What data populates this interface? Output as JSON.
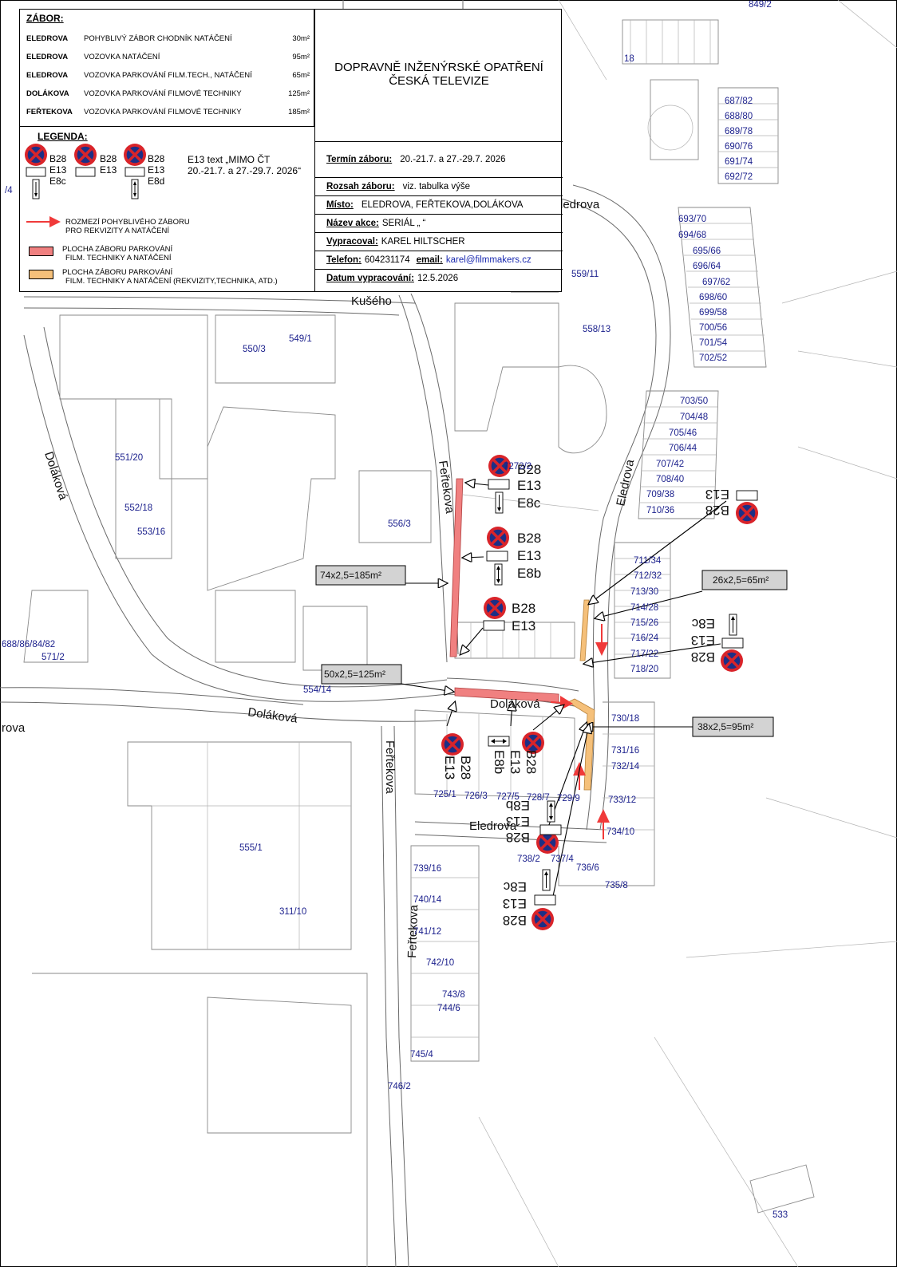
{
  "occupation": {
    "title": "ZÁBOR:",
    "rows": [
      {
        "street": "ELEDROVA",
        "desc": "POHYBLIVÝ ZÁBOR CHODNÍK   NATÁČENÍ",
        "area": "30m²"
      },
      {
        "street": "ELEDROVA",
        "desc": "VOZOVKA NATÁČENÍ",
        "area": "95m²"
      },
      {
        "street": "ELEDROVA",
        "desc": "VOZOVKA PARKOVÁNÍ FILM.TECH., NATÁČENÍ",
        "area": "65m²"
      },
      {
        "street": "DOLÁKOVA",
        "desc": "VOZOVKA PARKOVÁNÍ FILMOVÉ TECHNIKY",
        "area": "125m²"
      },
      {
        "street": "FEŘTEKOVA",
        "desc": "VOZOVKA PARKOVÁNÍ FILMOVÉ TECHNIKY",
        "area": "185m²"
      }
    ]
  },
  "legend": {
    "title": "LEGENDA:",
    "sign_sets": [
      {
        "b": "B28",
        "e": "E13",
        "x": "E8c"
      },
      {
        "b": "B28",
        "e": "E13",
        "x": ""
      },
      {
        "b": "B28",
        "e": "E13",
        "x": "E8d"
      }
    ],
    "e13_note_1": "E13 text „MIMO ČT",
    "e13_note_2": "20.-21.7. a 27.-29.7. 2026“",
    "arrow_text_1": "ROZMEZÍ POHYBLIVÉHO ZÁBORU",
    "arrow_text_2": "PRO REKVIZITY A NATÁČENÍ",
    "red_text_1": "PLOCHA ZÁBORU PARKOVÁNÍ",
    "red_text_2": "FILM. TECHNIKY A NATÁČENÍ",
    "orange_text_1": "PLOCHA ZÁBORU PARKOVÁNÍ",
    "orange_text_2": "FILM. TECHNIKY A NATÁČENÍ (REKVIZITY,TECHNIKA, ATD.)"
  },
  "header": {
    "title_1": "DOPRAVNĚ INŽENÝRSKÉ OPATŘENÍ",
    "title_2": "ČESKÁ TELEVIZE"
  },
  "fields": {
    "termin_label": "Termín záboru:",
    "termin": "20.-21.7. a 27.-29.7. 2026",
    "rozsah_label": "Rozsah záboru:",
    "rozsah": "viz. tabulka výše",
    "misto_label": "Místo:",
    "misto": "ELEDROVA, FEŘTEKOVA,DOLÁKOVA",
    "nazev_label": "Název akce:",
    "nazev": "SERIÁL „           “",
    "vypracoval_label": "Vypracoval:",
    "vypracoval": "KAREL HILTSCHER",
    "telefon_label": "Telefon:",
    "telefon": "604231174",
    "email_label": "email:",
    "email": "karel@filmmakers.cz",
    "datum_label": "Datum vypracování:",
    "datum": "12.5.2026"
  },
  "streets": {
    "dolakova": "Doláková",
    "fertekova": "Feřtekova",
    "eledrova": "Eledrova",
    "kuseho": "Kušého",
    "eledrova_partial": "rova"
  },
  "area_labels": {
    "a185": "74x2,5=185m²",
    "a125": "50x2,5=125m²",
    "a65": "26x2,5=65m²",
    "a95": "38x2,5=95m²"
  },
  "signs": {
    "b28": "B28",
    "e13": "E13",
    "e8b": "E8b",
    "e8c": "E8c"
  },
  "parcels": [
    "849/2",
    "687/82",
    "688/80",
    "689/78",
    "690/76",
    "691/74",
    "692/72",
    "693/70",
    "694/68",
    "695/66",
    "696/64",
    "697/62",
    "698/60",
    "699/58",
    "700/56",
    "701/54",
    "702/52",
    "703/50",
    "704/48",
    "705/46",
    "706/44",
    "707/42",
    "708/40",
    "709/38",
    "710/36",
    "711/34",
    "712/32",
    "713/30",
    "714/28",
    "715/26",
    "716/24",
    "717/22",
    "718/20",
    "730/18",
    "731/16",
    "732/14",
    "733/12",
    "734/10",
    "735/8",
    "736/6",
    "737/4",
    "738/2",
    "739/16",
    "740/14",
    "741/12",
    "742/10",
    "743/8",
    "744/6",
    "745/4",
    "746/2",
    "725/1",
    "726/3",
    "727/5",
    "728/7",
    "729/9",
    "559/11",
    "558/13",
    "549/1",
    "550/3",
    "551/20",
    "552/18",
    "553/16",
    "556/3",
    "571/2",
    "554/14",
    "555/1",
    "311/10",
    "533",
    "/4",
    "688/86/84/82",
    "18",
    "7272/2"
  ],
  "colors": {
    "red_zone": "#f08080",
    "orange_zone": "#f5c07a",
    "sign_red": "#d9242a",
    "sign_blue": "#1c2f86",
    "parcel_text": "#1a1f8c",
    "arrow_red": "#f03a3a",
    "label_box": "#d3d3d3"
  }
}
